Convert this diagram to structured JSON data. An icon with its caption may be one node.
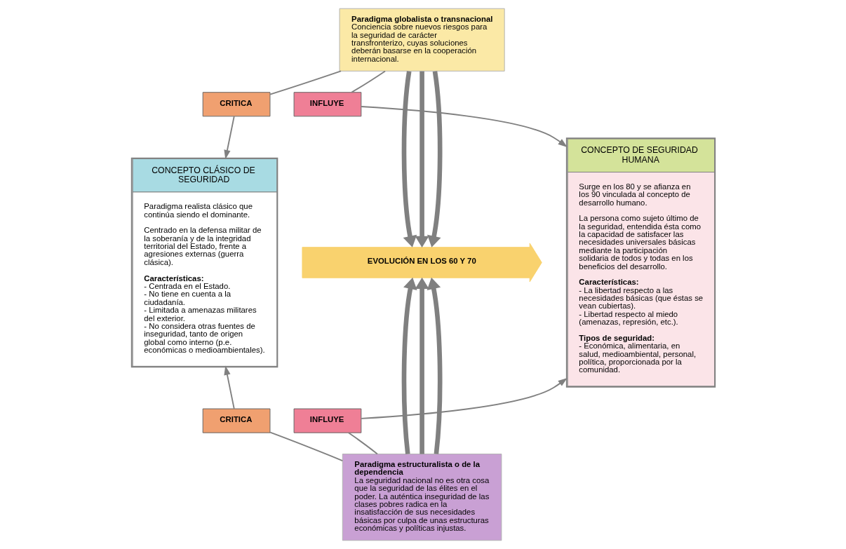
{
  "diagram": {
    "nodes": [
      {
        "text": [
          "CONCEPTO CLÁSICO DE SEGURIDAD",
          "Paradigma realista clásico que continúa siendo el dominante.",
          "Centrado en la defensa militar de la soberanía y de la integridad territorial del Estado, frente a agresiones externas (guerra clásica).",
          "Características:",
          "- Centrada en el Estado.",
          "- No tiene en cuenta a la ciudadanía.",
          "- Limitada a amenazas militares del exterior.",
          "- No considera otras fuentes de inseguridad, tanto de origen global como interno (p.e. económicas o medioambientales)."
        ]
      },
      {
        "text": [
          "Paradigma globalista o transnacional",
          "Conciencia sobre nuevos riesgos para la seguridad de carácter transfronterizo, cuyas soluciones deberán basarse en la cooperación internacional."
        ]
      },
      {
        "text": [
          "CRITICA"
        ]
      },
      {
        "text": [
          "INFLUYE"
        ]
      },
      {
        "text": [
          "EVOLUCIÓN EN LOS 60 Y 70"
        ]
      },
      {
        "text": [
          "CRITICA"
        ]
      },
      {
        "text": [
          "INFLUYE"
        ]
      },
      {
        "text": [
          "Paradigma estructuralista o de la dependencia",
          "La seguridad nacional no es otra cosa que la seguridad de las élites en el poder. La auténtica inseguridad de las clases pobres radica en la insatisfacción de sus necesidades básicas por culpa de unas estructuras económicas y políticas injustas."
        ]
      },
      {
        "text": [
          "CONCEPTO DE SEGURIDAD HUMANA",
          "Surge en los 80 y se afianza en los 90 vinculada al concepto de desarrollo humano.",
          "La persona como sujeto último de la seguridad, entendida ésta como la capacidad de satisfacer las necesidades universales básicas mediante la participación solidaria de todos y todas en los beneficios del desarrollo.",
          "Características:",
          "- La libertad respecto a las necesidades básicas (que éstas se vean cubiertas).",
          "- Libertad respecto al miedo (amenazas, represión, etc.).",
          "Tipos de seguridad:",
          "- Económica, alimentaria, en salud, medioambiental, personal, política, proporcionada por la comunidad."
        ]
      }
    ],
    "edges": [
      {
        "from": 1,
        "to": 4,
        "arrow": "to",
        "style": "thick"
      },
      {
        "from": 1,
        "to": 4,
        "arrow": "to",
        "style": "thick"
      },
      {
        "from": 1,
        "to": 4,
        "arrow": "to",
        "style": "thick"
      },
      {
        "from": 1,
        "to": 2,
        "arrow": "none"
      },
      {
        "from": 1,
        "to": 3,
        "arrow": "none"
      },
      {
        "from": 2,
        "to": 0,
        "arrow": "to"
      },
      {
        "from": 3,
        "to": 8,
        "arrow": "to"
      },
      {
        "from": 7,
        "to": 4,
        "arrow": "to",
        "style": "thick"
      },
      {
        "from": 7,
        "to": 4,
        "arrow": "to",
        "style": "thick"
      },
      {
        "from": 7,
        "to": 4,
        "arrow": "to",
        "style": "thick"
      },
      {
        "from": 7,
        "to": 5,
        "arrow": "none"
      },
      {
        "from": 7,
        "to": 6,
        "arrow": "none"
      },
      {
        "from": 5,
        "to": 0,
        "arrow": "to"
      },
      {
        "from": 6,
        "to": 8,
        "arrow": "to"
      }
    ]
  }
}
